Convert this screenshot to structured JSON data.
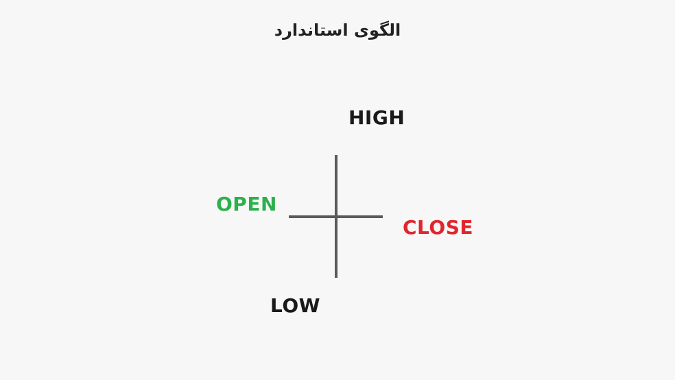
{
  "title": "الگوی استاندارد",
  "labels": {
    "high": "HIGH",
    "low": "LOW",
    "open": "OPEN",
    "close": "CLOSE"
  },
  "colors": {
    "high": "#1a1a1a",
    "low": "#1a1a1a",
    "open": "#2db04b",
    "close": "#e0262c",
    "lines": "#5a5a5a"
  }
}
